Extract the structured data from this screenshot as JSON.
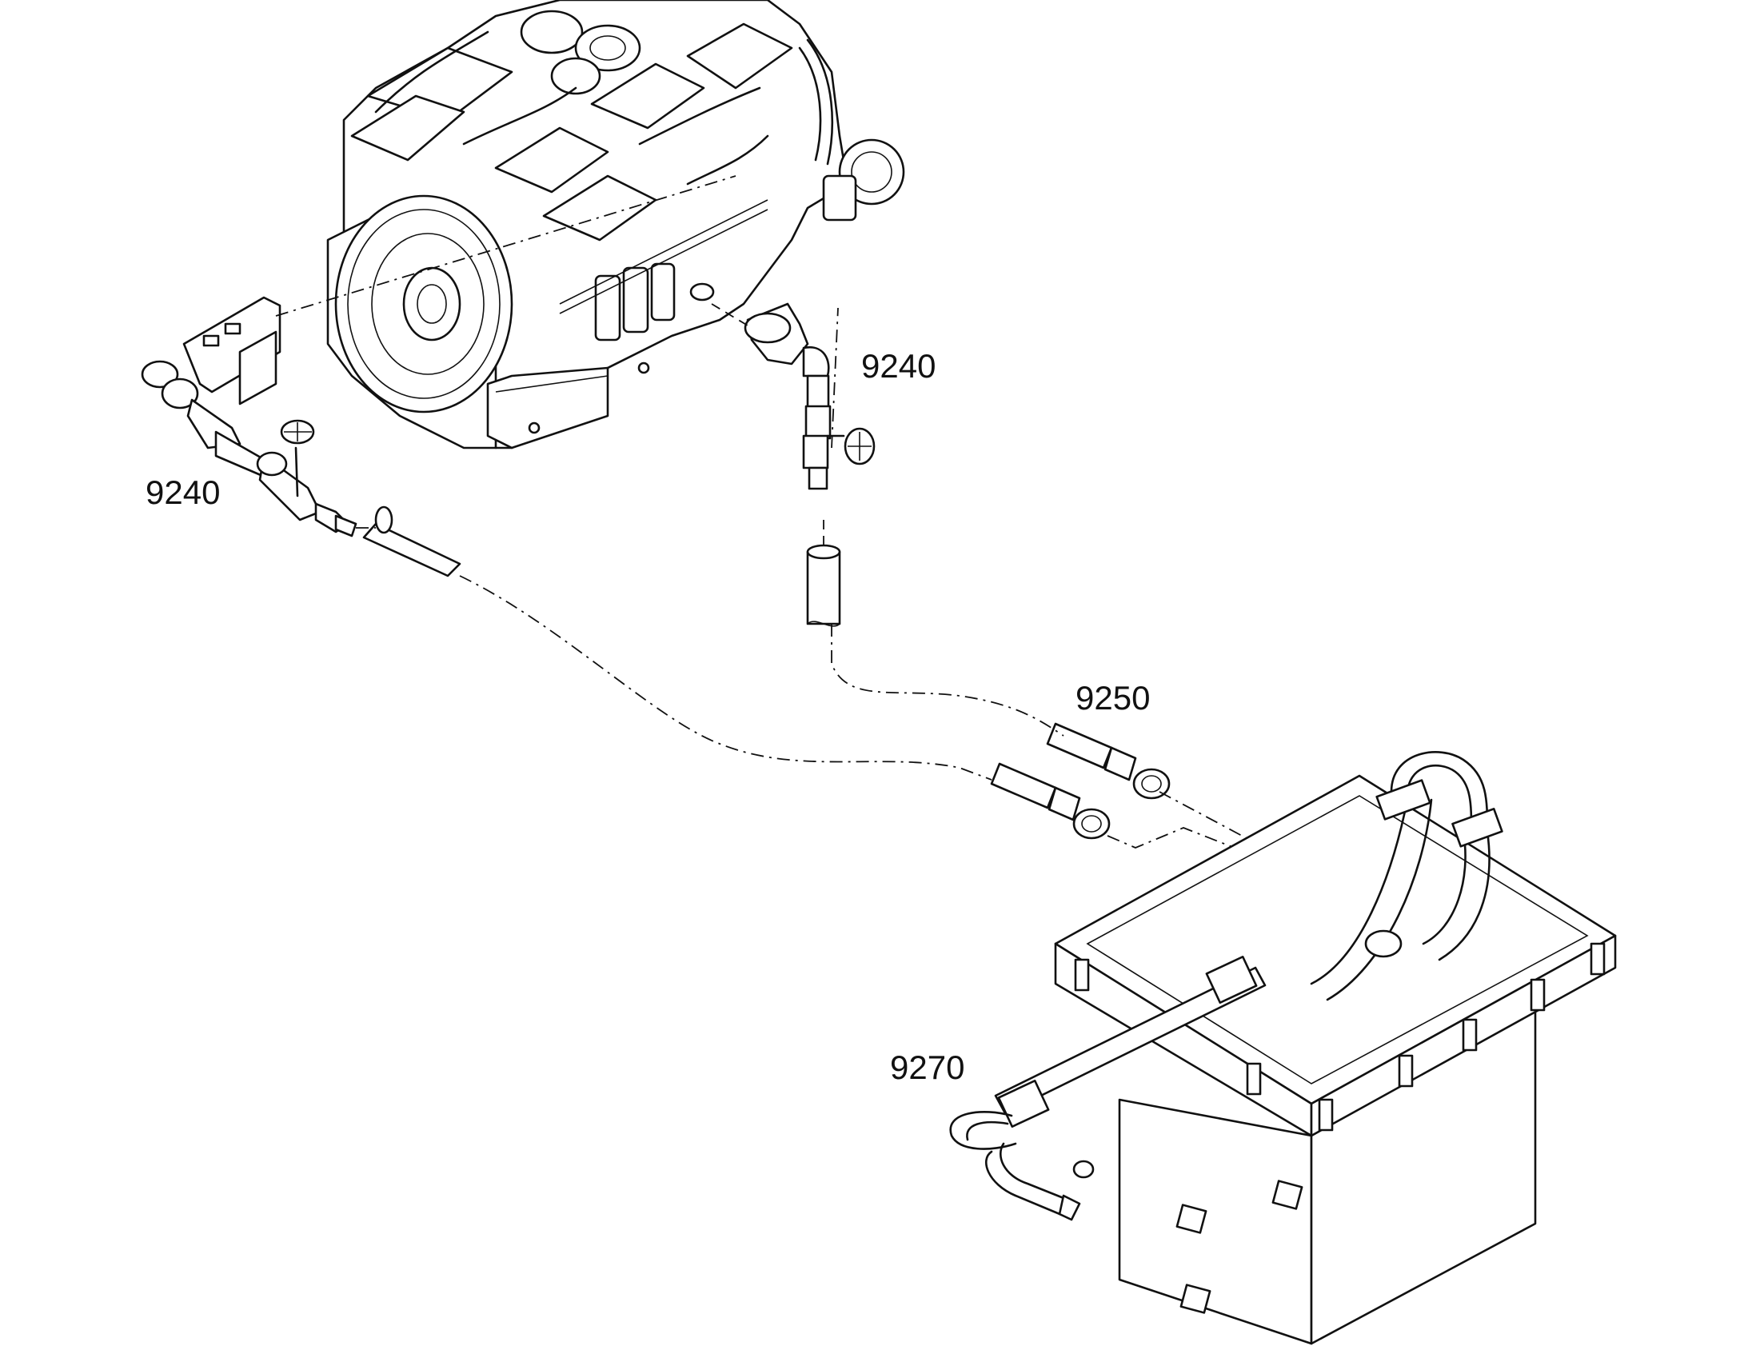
{
  "callouts": {
    "engine_right_fitting": "9240",
    "engine_left_fitting": "9240",
    "hose_connectors": "9250",
    "tank_pipe_assembly": "9270"
  }
}
